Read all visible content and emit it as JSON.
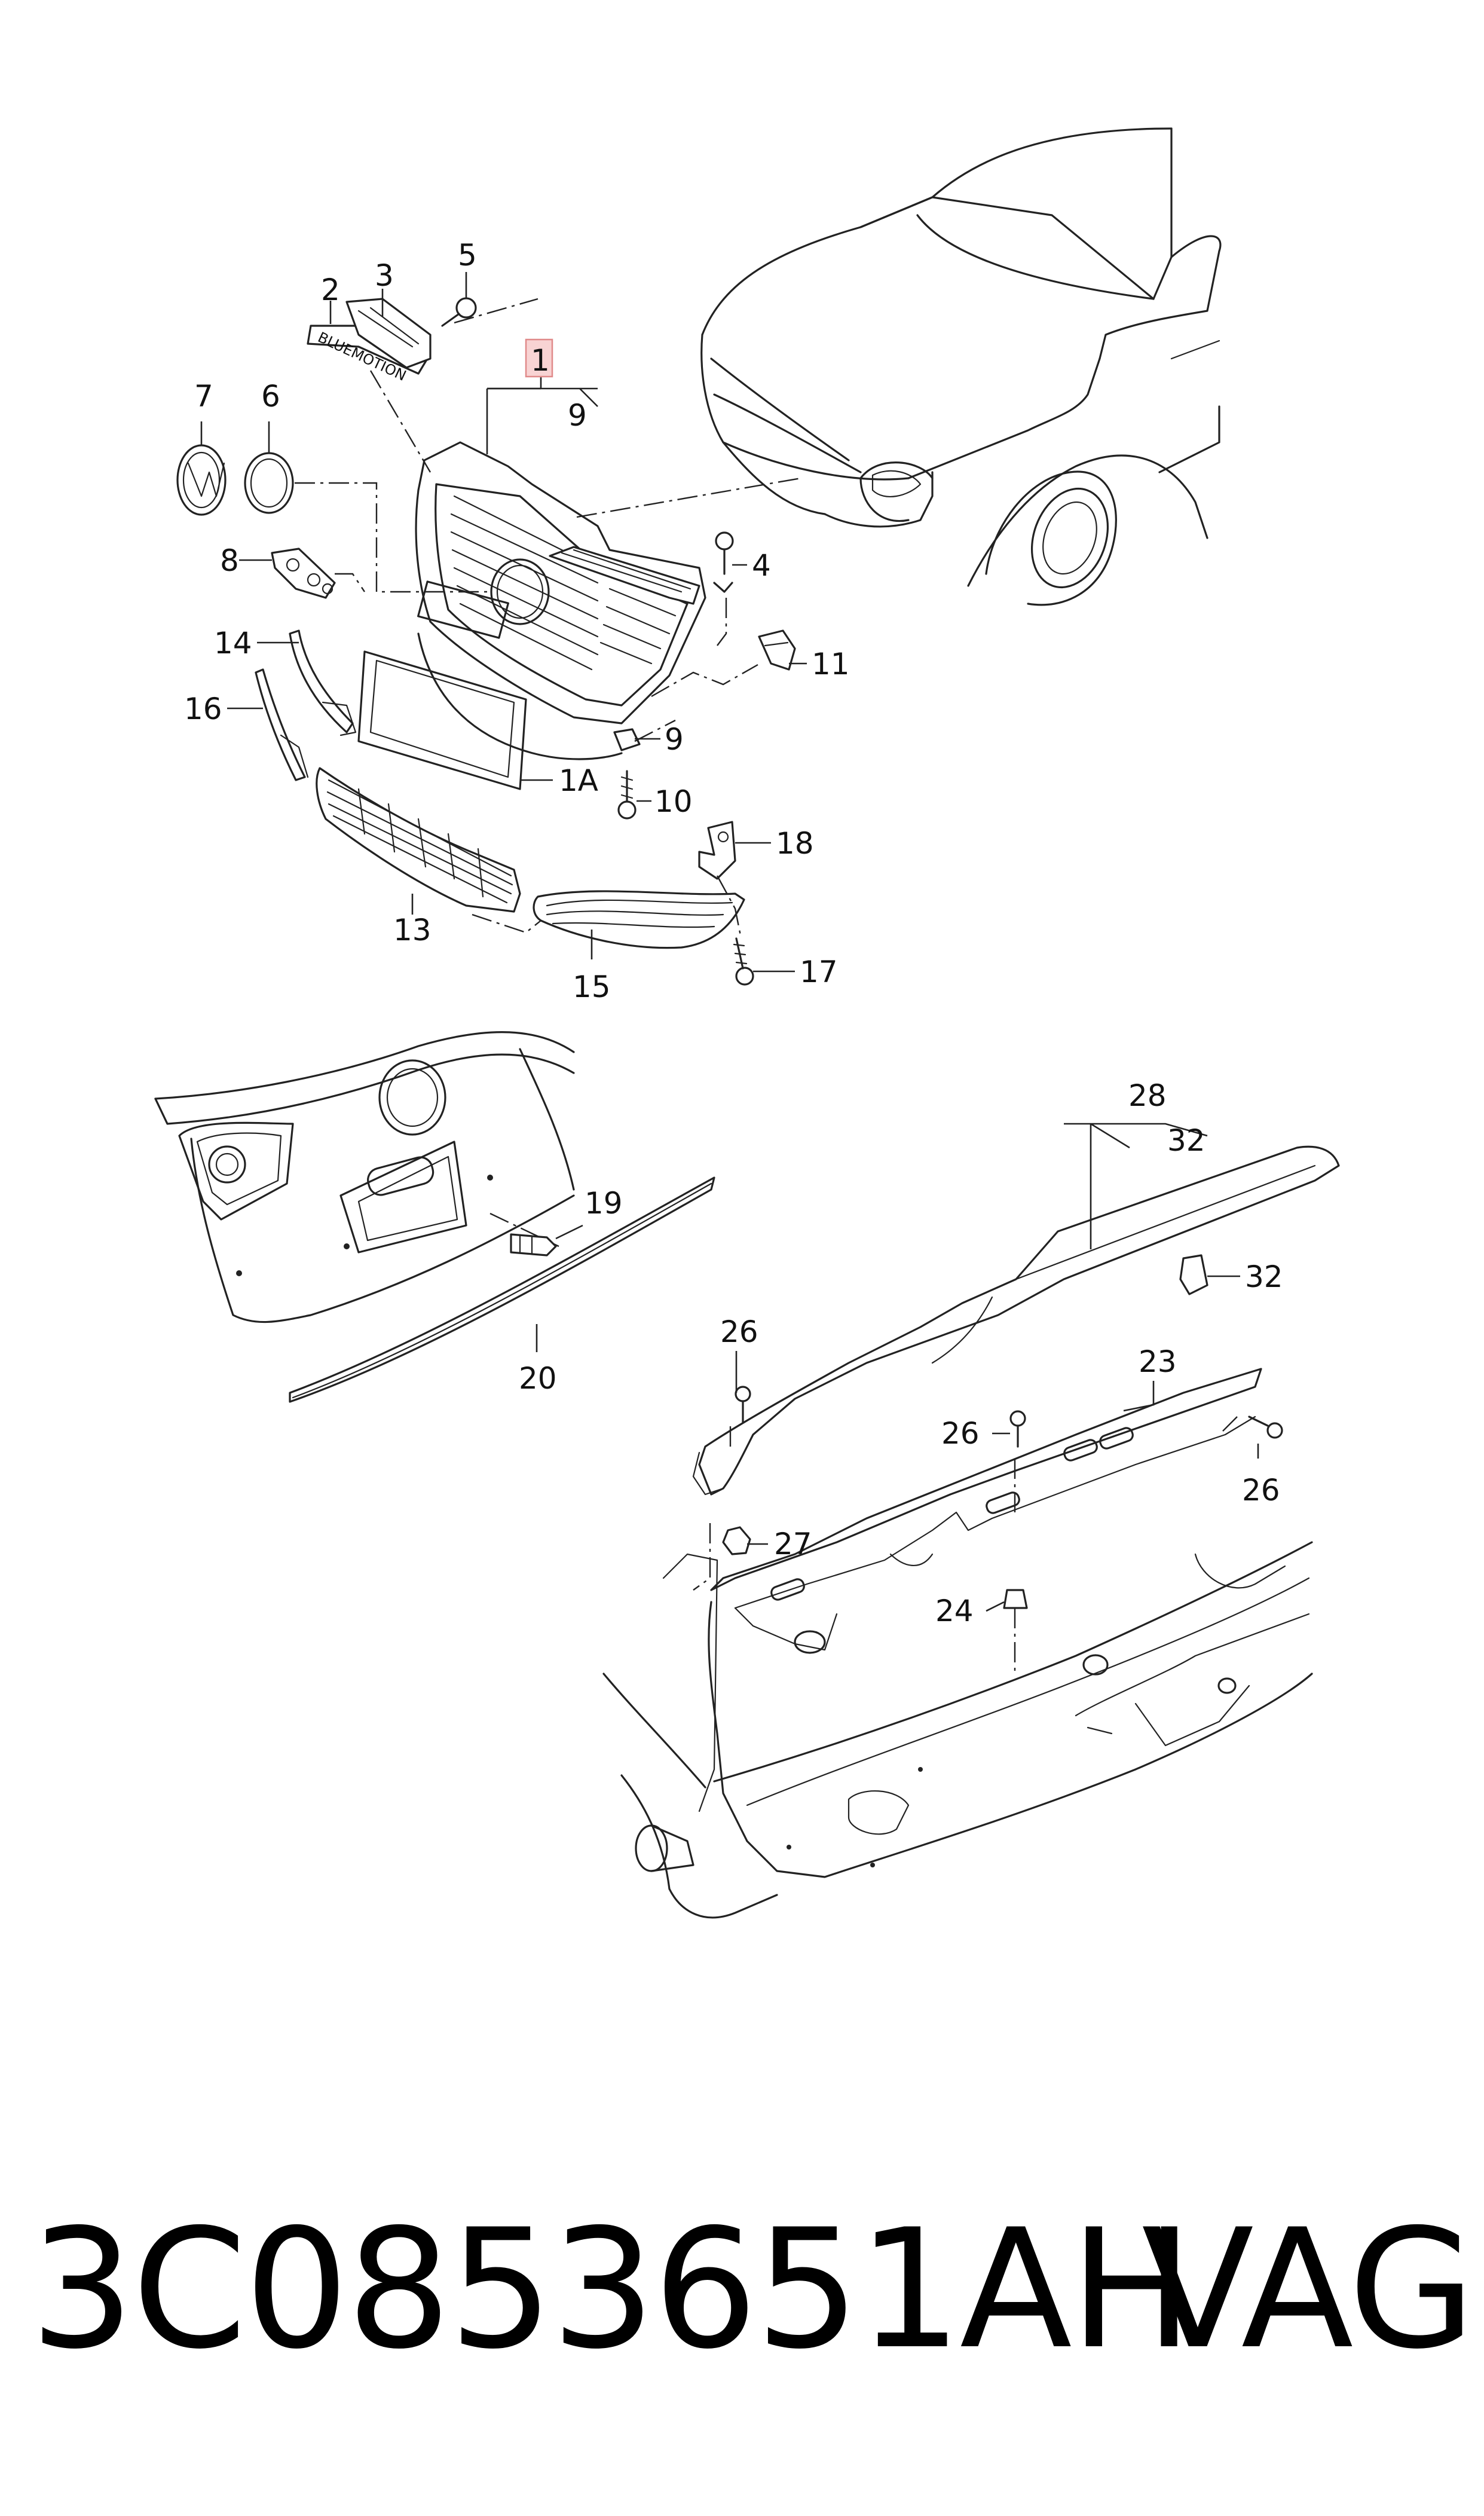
{
  "callouts": {
    "c1": "1",
    "c9a": "9",
    "c2": "2",
    "c3": "3",
    "c5": "5",
    "c7": "7",
    "c6": "6",
    "c8": "8",
    "c4": "4",
    "c14": "14",
    "c11": "11",
    "c16": "16",
    "c9b": "9",
    "c1A": "1A",
    "c10": "10",
    "c18": "18",
    "c13": "13",
    "c15": "15",
    "c17": "17",
    "c19": "19",
    "c20": "20",
    "c28": "28",
    "c32a": "32",
    "c32b": "32",
    "c26a": "26",
    "c23": "23",
    "c26b": "26",
    "c26c": "26",
    "c27": "27",
    "c24": "24"
  },
  "strip_text": "BLUEMOTION",
  "footer": {
    "part_number": "3C0853651AH",
    "brand": "VAG"
  }
}
